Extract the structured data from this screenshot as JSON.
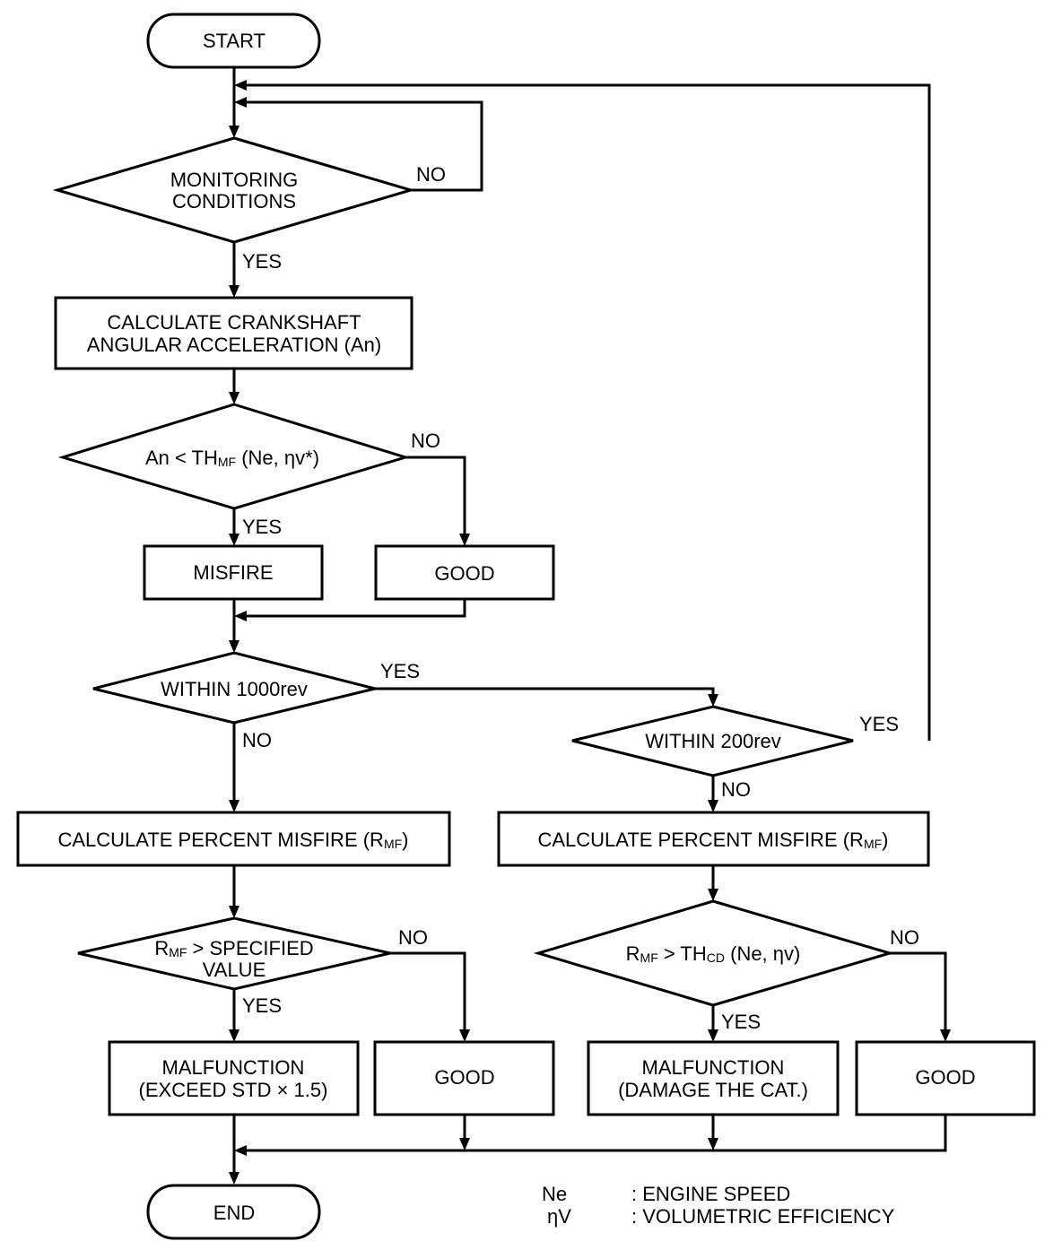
{
  "nodes": {
    "start": "START",
    "end": "END",
    "monitoring": [
      "MONITORING",
      "CONDITIONS"
    ],
    "calc_accel": [
      "CALCULATE CRANKSHAFT",
      "ANGULAR ACCELERATION (An)"
    ],
    "an_compare": {
      "pre": "An < TH",
      "sub": "MF",
      "post": " (Ne, ηv*)"
    },
    "misfire": "MISFIRE",
    "good_1": "GOOD",
    "within_1000": "WITHIN 1000rev",
    "within_200": "WITHIN 200rev",
    "calc_pct_left": {
      "pre": "CALCULATE PERCENT MISFIRE (R",
      "sub": "MF",
      "post": ")"
    },
    "calc_pct_right": {
      "pre": "CALCULATE PERCENT MISFIRE (R",
      "sub": "MF",
      "post": ")"
    },
    "rmf_specified": {
      "pre": "R",
      "sub": "MF",
      "post": " > SPECIFIED",
      "line2": "VALUE"
    },
    "rmf_thcd": {
      "pre": "R",
      "sub": "MF",
      "post": " > TH",
      "sub2": "CD",
      "post2": " (Ne, ηv)"
    },
    "malfunction_std": [
      "MALFUNCTION",
      "(EXCEED STD × 1.5)"
    ],
    "good_2": "GOOD",
    "malfunction_cat": [
      "MALFUNCTION",
      "(DAMAGE THE CAT.)"
    ],
    "good_3": "GOOD"
  },
  "edge_labels": {
    "monitoring_no": "NO",
    "monitoring_yes": "YES",
    "an_no": "NO",
    "an_yes": "YES",
    "w1000_yes": "YES",
    "w1000_no": "NO",
    "w200_yes": "YES",
    "w200_no": "NO",
    "spec_no": "NO",
    "spec_yes": "YES",
    "thcd_no": "NO",
    "thcd_yes": "YES"
  },
  "legend": [
    {
      "symbol": "Ne",
      "desc": ": ENGINE SPEED"
    },
    {
      "symbol": "ηV",
      "desc": ": VOLUMETRIC EFFICIENCY"
    }
  ]
}
